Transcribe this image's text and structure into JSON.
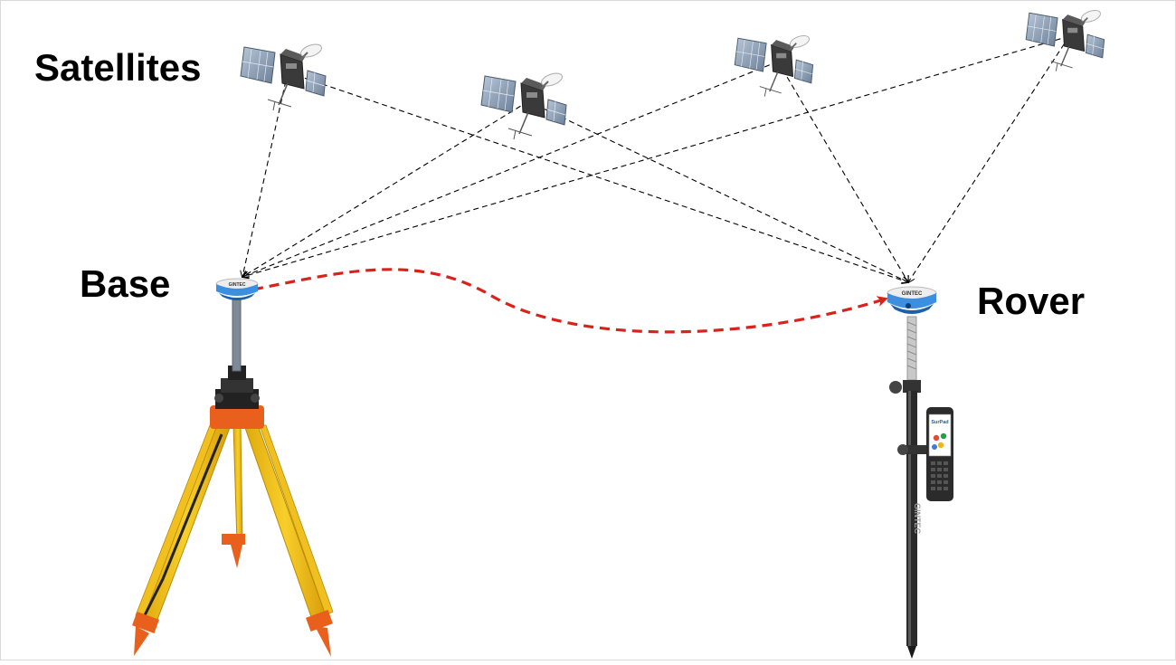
{
  "labels": {
    "satellites": "Satellites",
    "base": "Base",
    "rover": "Rover"
  },
  "brand": {
    "receiver_logo": "GINTEC",
    "pole_logo": "GINTEC",
    "controller_app": "SurPad"
  },
  "colors": {
    "link": "#000000",
    "radio_link": "#d9221b",
    "receiver": "#2a7fd4",
    "tripod_leg": "#f2c418",
    "tripod_fitting": "#e8601c",
    "solar_panel": "#7f94ad"
  },
  "icons": {
    "satellite": "satellite-icon",
    "base_receiver": "gnss-receiver-icon",
    "rover_receiver": "gnss-receiver-icon",
    "tripod": "tripod-icon",
    "pole": "survey-pole-icon",
    "controller": "handheld-controller-icon"
  }
}
